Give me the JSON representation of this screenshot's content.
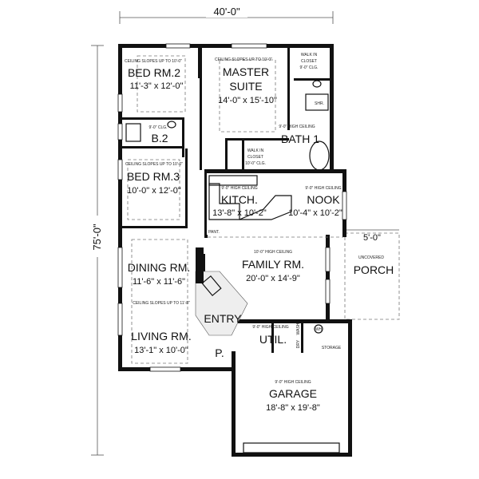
{
  "overall": {
    "width": "40'-0\"",
    "depth": "75'-0\"",
    "porch_offset": "5'-0\""
  },
  "rooms": {
    "bed2": {
      "name": "BED RM.2",
      "size": "11'-3\" x 12'-0\"",
      "note": "CEILING SLOPES UP TO 10'-0\""
    },
    "master": {
      "name1": "MASTER",
      "name2": "SUITE",
      "size": "14'-0\" x 15'-10\"",
      "note": "CEILING SLOPES UP TO 10'-0\""
    },
    "wic1": {
      "name1": "WALK IN",
      "name2": "CLOSET",
      "note": "9'-0\" CLG."
    },
    "shr": {
      "name": "SHR."
    },
    "bath1": {
      "name": "BATH 1",
      "note": "9'-0\" HIGH CEILING"
    },
    "b2": {
      "name": "B.2",
      "note": "9'-0\" CLG."
    },
    "wic2": {
      "name1": "WALK IN",
      "name2": "CLOSET",
      "note": "10'-0\" CLG."
    },
    "bed3": {
      "name": "BED RM.3",
      "size": "10'-0\" x 12'-0\"",
      "note": "CEILING SLOPES UP TO 10'-0\""
    },
    "kitchen": {
      "name": "KITCH.",
      "size": "13'-8\" x 10'-2\"",
      "note": "9'-0\" HIGH CEILING"
    },
    "nook": {
      "name": "NOOK",
      "size": "10'-4\" x 10'-2\"",
      "note": "9'-0\" HIGH CEILING"
    },
    "pantry": {
      "name": "PANT."
    },
    "dining": {
      "name": "DINING RM.",
      "size": "11'-6\" x 11'-6\""
    },
    "living": {
      "name": "LIVING RM.",
      "size": "13'-1\" x 10'-0\"",
      "note": "CEILING SLOPES UP TO 11'-8\""
    },
    "family": {
      "name": "FAMILY RM.",
      "size": "20'-0\" x 14'-9\"",
      "note": "10'-0\" HIGH CEILING"
    },
    "porch": {
      "name": "PORCH",
      "note": "UNCOVERED"
    },
    "entry": {
      "name": "ENTRY"
    },
    "util": {
      "name": "UTIL.",
      "note": "9'-0\" HIGH CEILING",
      "wash": "WASH",
      "dry": "DRY"
    },
    "wh": {
      "name": "WH"
    },
    "storage": {
      "name": "STORAGE"
    },
    "p": {
      "name": "P."
    },
    "garage": {
      "name": "GARAGE",
      "size": "18'-8\" x 19'-8\"",
      "note": "9'-0\" HIGH CEILING"
    }
  }
}
